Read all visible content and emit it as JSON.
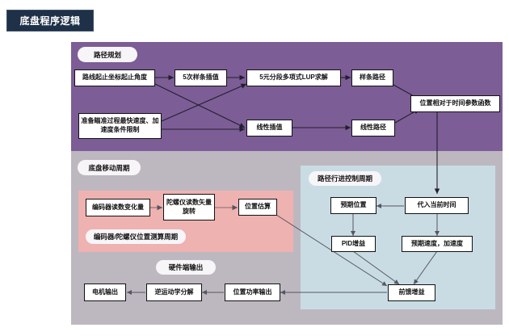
{
  "title": {
    "label": "底盘程序逻辑"
  },
  "colors": {
    "title_bg": "#1f3148",
    "purple_panel": "#7c5d96",
    "gray_panel": "#bdb8c0",
    "pink_panel": "#eeb2b1",
    "blue_panel": "#c9dce4",
    "box_bg": "#ffffff",
    "box_border": "#111111",
    "pill_bg": "#f7f5f8",
    "arrow": "#231f2e",
    "arrow_gray": "#555560"
  },
  "sections": {
    "path_planning": {
      "label": "路径规划"
    },
    "chassis_move_cycle": {
      "label": "底盘移动周期"
    },
    "encoder_gyro_cycle": {
      "label": "编码器/陀螺仪位置测算周期"
    },
    "path_travel_control_cycle": {
      "label": "路径行进控制周期"
    },
    "hardware_output": {
      "label": "硬件端输出"
    }
  },
  "nodes": {
    "route_start_end": {
      "label": "路线起止坐标起止角度"
    },
    "quintic_spline": {
      "label": "5次样条插值"
    },
    "piecewise_poly_lup": {
      "label": "5元分段多项式LUP求解"
    },
    "spline_path": {
      "label": "样条路径"
    },
    "aim_constraints": {
      "label": "准备瞄准过程最快速度、加速度条件限制"
    },
    "linear_interp": {
      "label": "线性插值"
    },
    "linear_path": {
      "label": "线性路径"
    },
    "pos_time_func": {
      "label": "位置相对于时间参数函数"
    },
    "encoder_delta": {
      "label": "编码器读数变化量"
    },
    "gyro_vector_rotate": {
      "label": "陀螺仪读数矢量旋转"
    },
    "position_estimate": {
      "label": "位置估算"
    },
    "expected_position": {
      "label": "预期位置"
    },
    "substitute_current_time": {
      "label": "代入当前时间"
    },
    "pid_gain": {
      "label": "PID增益"
    },
    "expected_speed_accel": {
      "label": "预期速度，加速度"
    },
    "feedforward_gain": {
      "label": "前馈增益"
    },
    "position_power_output": {
      "label": "位置功率输出"
    },
    "inverse_kinematics": {
      "label": "逆运动学分解"
    },
    "motor_output": {
      "label": "电机输出"
    }
  }
}
